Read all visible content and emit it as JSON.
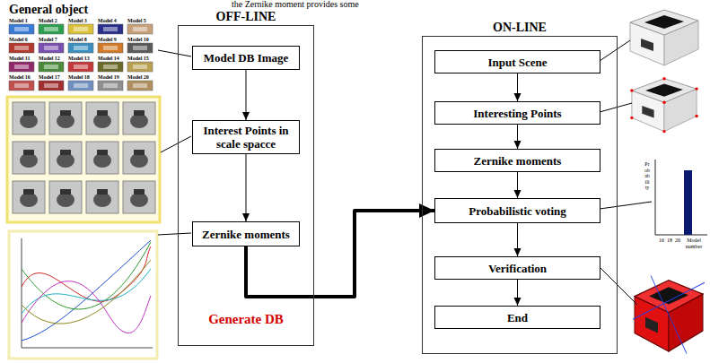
{
  "diagram": {
    "nodes": [
      {
        "text": [
          "OFF-LINE",
          "Generate DB"
        ]
      },
      {
        "text": [
          "Model DB Image"
        ],
        "in": 0
      },
      {
        "text": [
          "Interest Points in scale spacce"
        ],
        "in": 0
      },
      {
        "text": [
          "Zernike moments"
        ],
        "in": 0
      },
      {
        "text": [
          "ON-LINE"
        ]
      },
      {
        "text": [
          "Input Scene"
        ],
        "in": 4
      },
      {
        "text": [
          "Interesting Points"
        ],
        "in": 4
      },
      {
        "text": [
          "Zernike moments"
        ],
        "in": 4
      },
      {
        "text": [
          "Probabilistic voting"
        ],
        "in": 4
      },
      {
        "text": [
          "Verification"
        ],
        "in": 4
      },
      {
        "text": [
          "End"
        ],
        "in": 4
      }
    ],
    "edges": [
      {
        "from": 1,
        "to": 2,
        "arrow": "to"
      },
      {
        "from": 2,
        "to": 3,
        "arrow": "to"
      },
      {
        "from": 5,
        "to": 6,
        "arrow": "to"
      },
      {
        "from": 6,
        "to": 7,
        "arrow": "to"
      },
      {
        "from": 7,
        "to": 8,
        "arrow": "to"
      },
      {
        "from": 8,
        "to": 9,
        "arrow": "to"
      },
      {
        "from": 9,
        "to": 10,
        "arrow": "to"
      },
      {
        "from": 3,
        "to": 8,
        "arrow": "to"
      }
    ],
    "labels": [
      "the Zernike moment provides some",
      "General object",
      "Model 1",
      "Model 2",
      "Model 3",
      "Model 4",
      "Model 5",
      "Model 6",
      "Model 7",
      "Model 8",
      "Model 9",
      "Model 10",
      "Model 11",
      "Model 12",
      "Model 13",
      "Model 14",
      "Model 15",
      "Model 16",
      "Model 17",
      "Model 18",
      "Model 19",
      "Model 20",
      "Probability",
      "16",
      "18",
      "20",
      "Model number"
    ]
  }
}
